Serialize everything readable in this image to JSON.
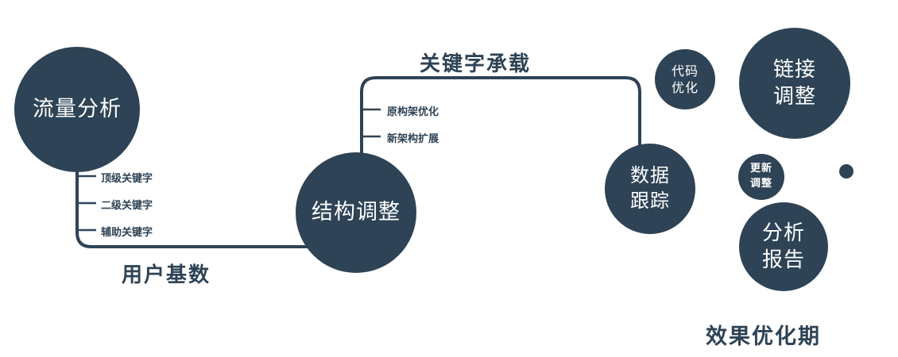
{
  "colors": {
    "accent": "#2e4355",
    "node_text": "#ffffff",
    "background": "#ffffff"
  },
  "nodes": {
    "traffic": {
      "label": "流量分析"
    },
    "structure": {
      "label": "结构调整"
    },
    "tracking": {
      "line1": "数据",
      "line2": "跟踪"
    },
    "code": {
      "line1": "代码",
      "line2": "优化"
    },
    "link": {
      "line1": "链接",
      "line2": "调整"
    },
    "update": {
      "line1": "更新",
      "line2": "调整"
    },
    "report": {
      "line1": "分析",
      "line2": "报告"
    }
  },
  "edge_labels": {
    "user_base": "用户基数",
    "keyword_carry": "关键字承载"
  },
  "ticks": {
    "traffic": [
      "顶级关键字",
      "二级关键字",
      "辅助关键字"
    ],
    "structure": [
      "原构架优化",
      "新架构扩展"
    ]
  },
  "footer": "效果优化期"
}
